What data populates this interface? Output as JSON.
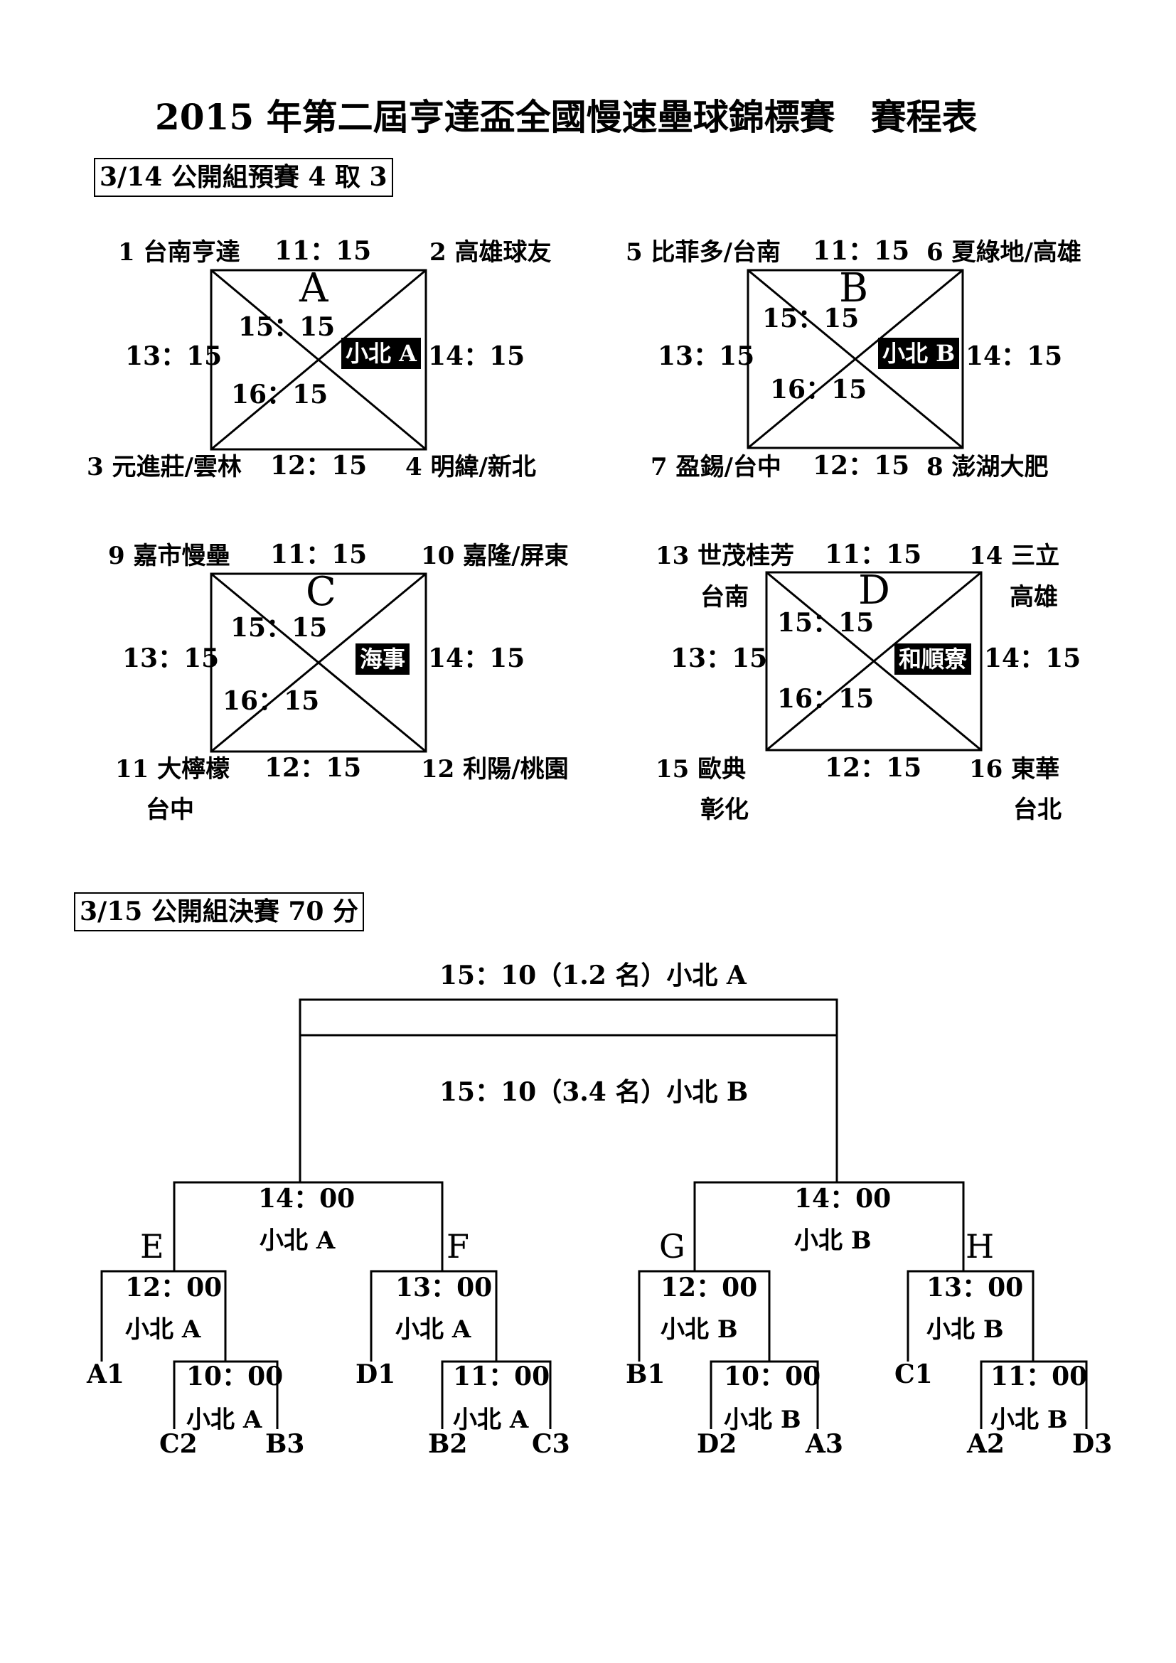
{
  "title": "2015 年第二屆亨達盃全國慢速壘球錦標賽　賽程表",
  "section1": "3/14 公開組預賽 4 取 3",
  "section2": "3/15 公開組決賽 70 分",
  "groups": {
    "A": {
      "name": "A",
      "top_left": "1 台南亨達",
      "top_time": "11：15",
      "top_right": "2 高雄球友",
      "left_time": "13：15",
      "right_time": "14：15",
      "diag1": "15：15",
      "diag2": "16：15",
      "winner": "小北 A",
      "bottom_left": "3 元進莊/雲林",
      "bottom_time": "12：15",
      "bottom_right": "4 明緯/新北"
    },
    "B": {
      "name": "B",
      "top_left": "5 比菲多/台南",
      "top_time": "11：15",
      "top_right": "6 夏綠地/高雄",
      "left_time": "13：15",
      "right_time": "14：15",
      "diag1": "15：15",
      "diag2": "16：15",
      "winner": "小北 B",
      "bottom_left": "7 盈錫/台中",
      "bottom_time": "12：15",
      "bottom_right": "8 澎湖大肥"
    },
    "C": {
      "name": "C",
      "top_left": "9 嘉市慢壘",
      "top_time": "11：15",
      "top_right": "10 嘉隆/屏東",
      "left_time": "13：15",
      "right_time": "14：15",
      "diag1": "15：15",
      "diag2": "16：15",
      "winner": "海事",
      "bottom_left": "11 大檸檬",
      "bottom_left2": "台中",
      "bottom_time": "12：15",
      "bottom_right": "12 利陽/桃園"
    },
    "D": {
      "name": "D",
      "top_left": "13 世茂桂芳",
      "top_left2": "台南",
      "top_time": "11：15",
      "top_right": "14 三立",
      "top_right2": "高雄",
      "left_time": "13：15",
      "right_time": "14：15",
      "diag1": "15：15",
      "diag2": "16：15",
      "winner": "和順寮",
      "bottom_left": "15 歐典",
      "bottom_left2": "彰化",
      "bottom_time": "12：15",
      "bottom_right": "16 東華",
      "bottom_right2": "台北"
    }
  },
  "finals": {
    "final_12": "15：10（1.2 名）小北 A",
    "final_34": "15：10（3.4 名）小北 B",
    "semi_left_time": "14：00",
    "semi_left_winner": "小北 A",
    "semi_right_time": "14：00",
    "semi_right_winner": "小北 B",
    "E": "E",
    "F": "F",
    "G": "G",
    "H": "H",
    "E_time": "12：00",
    "E_winner": "小北 A",
    "F_time": "13：00",
    "F_winner": "小北 A",
    "G_time": "12：00",
    "G_winner": "小北 B",
    "H_time": "13：00",
    "H_winner": "小北 B",
    "e_sub_time": "10：00",
    "e_sub_winner": "小北 A",
    "f_sub_time": "11：00",
    "f_sub_winner": "小北 A",
    "g_sub_time": "10：00",
    "g_sub_winner": "小北 B",
    "h_sub_time": "11：00",
    "h_sub_winner": "小北 B",
    "seeds": [
      "A1",
      "C2",
      "B3",
      "D1",
      "B2",
      "C3",
      "B1",
      "D2",
      "A3",
      "C1",
      "A2",
      "D3"
    ]
  }
}
